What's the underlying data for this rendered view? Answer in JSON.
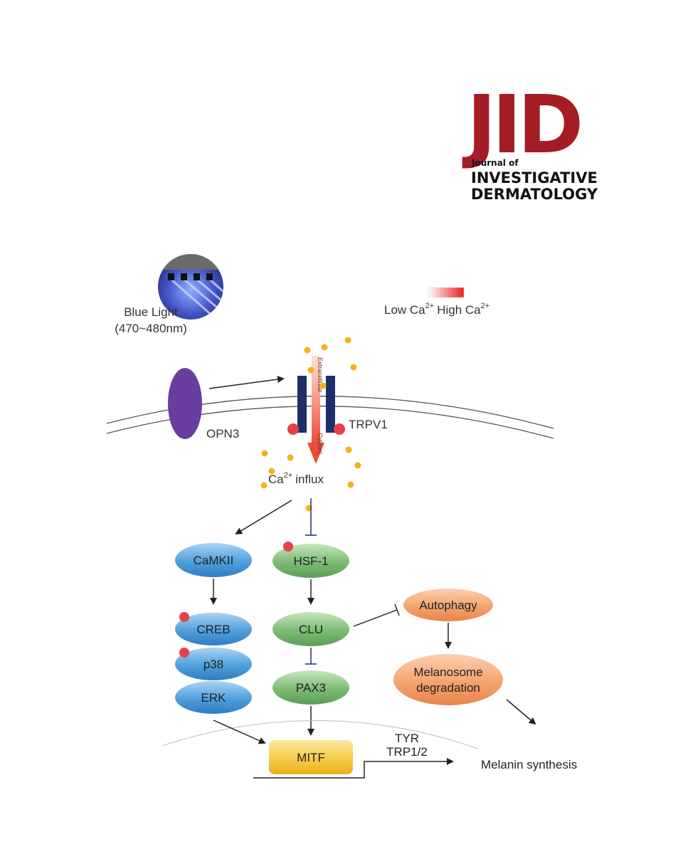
{
  "logo": {
    "mark": "JID",
    "journal_of": "Journal of",
    "line1": "INVESTIGATIVE",
    "line2": "DERMATOLOGY",
    "color": "#a51d24"
  },
  "stimulus": {
    "label": "Blue Light",
    "wavelength": "(470~480nm)"
  },
  "legend": {
    "low": "Low Ca",
    "high": "High Ca",
    "superscript": "2+",
    "gradient_from": "#ffffff",
    "gradient_to": "#e8201f"
  },
  "membrane": {
    "receptor": "OPN3",
    "channel": "TRPV1",
    "extracellular": "Extracellular",
    "cytosol": "Cytosol"
  },
  "influx": {
    "prefix": "Ca",
    "superscript": "2+",
    "suffix": "influx"
  },
  "nodes": {
    "camkii": "CaMKII",
    "creb": "CREB",
    "p38": "p38",
    "erk": "ERK",
    "hsf1": "HSF-1",
    "clu": "CLU",
    "pax3": "PAX3",
    "autophagy": "Autophagy",
    "melanosome_1": "Melanosome",
    "melanosome_2": "degradation",
    "mitf": "MITF"
  },
  "targets": {
    "tyr": "TYR",
    "trp": "TRP1/2"
  },
  "output": "Melanin synthesis",
  "colors": {
    "blue_node": "#4f9fdc",
    "green_node": "#7dbb73",
    "orange_node": "#f3a06a",
    "mitf": "#f5c842",
    "opn3": "#6a3ea1",
    "channel": "#1c2f6b",
    "calcium": "#f5b21f",
    "phospho": "#e8404a"
  }
}
